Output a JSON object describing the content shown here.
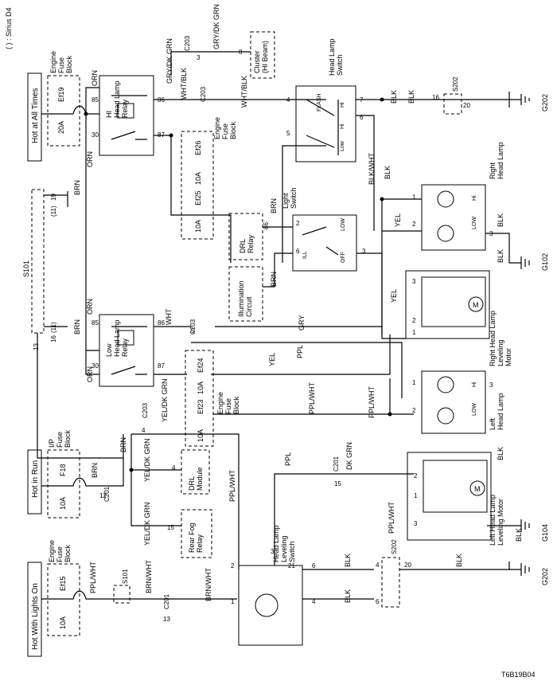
{
  "note": "( ) : Sirius D4",
  "footer_code": "T6B19B04",
  "power": {
    "hot_at_all_times": "Hot at All Times",
    "hot_in_run": "Hot in Run",
    "hot_with_lights_on": "Hot With Lights On"
  },
  "fuse_blocks": {
    "engine_fuse_block": "Engine Fuse Block",
    "ip_fuse_block": "I/P Fuse Block"
  },
  "fuses": {
    "ef19": "Ef19",
    "ef19_rating": "20A",
    "f18": "F18",
    "f18_rating": "10A",
    "ef15": "Ef15",
    "ef15_rating": "10A",
    "ef26": "Ef26",
    "ef25": "Ef25",
    "ef25_rating": "10A",
    "ef26_rating": "10A",
    "ef24": "Ef24",
    "ef23": "Ef23",
    "ef23_rating": "10A",
    "ef24_rating": "10A"
  },
  "components": {
    "hi_head_lamp_relay": "HI Head Lamp Relay",
    "low_head_lamp_relay": "Low Head Lamp Relay",
    "cluster": "Cluster (HI Beam)",
    "head_lamp_switch": "Head Lamp Switch",
    "light_switch": "Light Switch",
    "drl_relay": "DRL Relay",
    "illumination_circuit": "Illumination Circuit",
    "right_head_lamp": "Right Head Lamp",
    "left_head_lamp": "Left Head Lamp",
    "right_leveling_motor": "Right Head Lamp Leveling Motor",
    "left_leveling_motor": "Left Head Lamp Leveling Motor",
    "drl_module": "DRL Module",
    "rear_fog_relay": "Rear Fog Relay",
    "leveling_switch": "Head Lamp Leveling Switch"
  },
  "switch_labels": {
    "flash": "FLASH",
    "hi": "Hi",
    "low": "Low",
    "lo": "LOW",
    "ill": "ILL",
    "off": "OFF"
  },
  "splices": {
    "s101": "S101",
    "s202": "S202"
  },
  "grounds": {
    "g202": "G202",
    "g102": "G102",
    "g104": "G104"
  },
  "connectors": {
    "c203": "C203",
    "c201": "C201"
  },
  "wires": {
    "orn": "ORN",
    "brn": "BRN",
    "wht": "WHT",
    "wht_blk": "WHT/BLK",
    "blk": "BLK",
    "blk_wht": "BLK/WHT",
    "yel": "YEL",
    "ppl": "PPL",
    "ppl_wht": "PPL/WHT",
    "gry": "GRY",
    "gry_dk_grn": "GRY/DK GRN",
    "dk_grn": "DK GRN",
    "yel_dk_grn": "YEL/DK GRN",
    "brn_wht": "BRN/WHT"
  },
  "pins": {
    "p85": "85",
    "p86": "86",
    "p87": "87",
    "p30": "30",
    "p1": "1",
    "p2": "2",
    "p3": "3",
    "p4": "4",
    "p5": "5",
    "p6": "6",
    "p7": "7",
    "p8": "8",
    "p12": "12",
    "p13": "13",
    "p15": "15",
    "p16": "16",
    "p19": "19",
    "p20": "20",
    "p21": "21",
    "p11": "(11)"
  }
}
